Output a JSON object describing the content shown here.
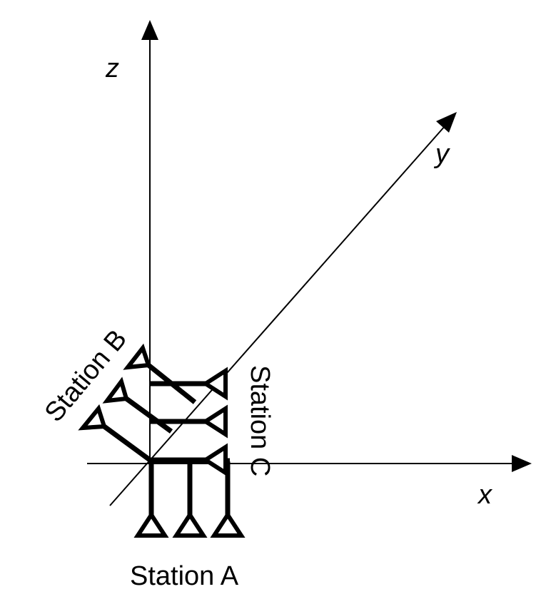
{
  "axes": {
    "x_label": "x",
    "y_label": "y",
    "z_label": "z"
  },
  "stations": {
    "a_label": "Station A",
    "b_label": "Station B",
    "c_label": "Station C"
  },
  "colors": {
    "stroke": "#000000",
    "background": "#ffffff"
  }
}
